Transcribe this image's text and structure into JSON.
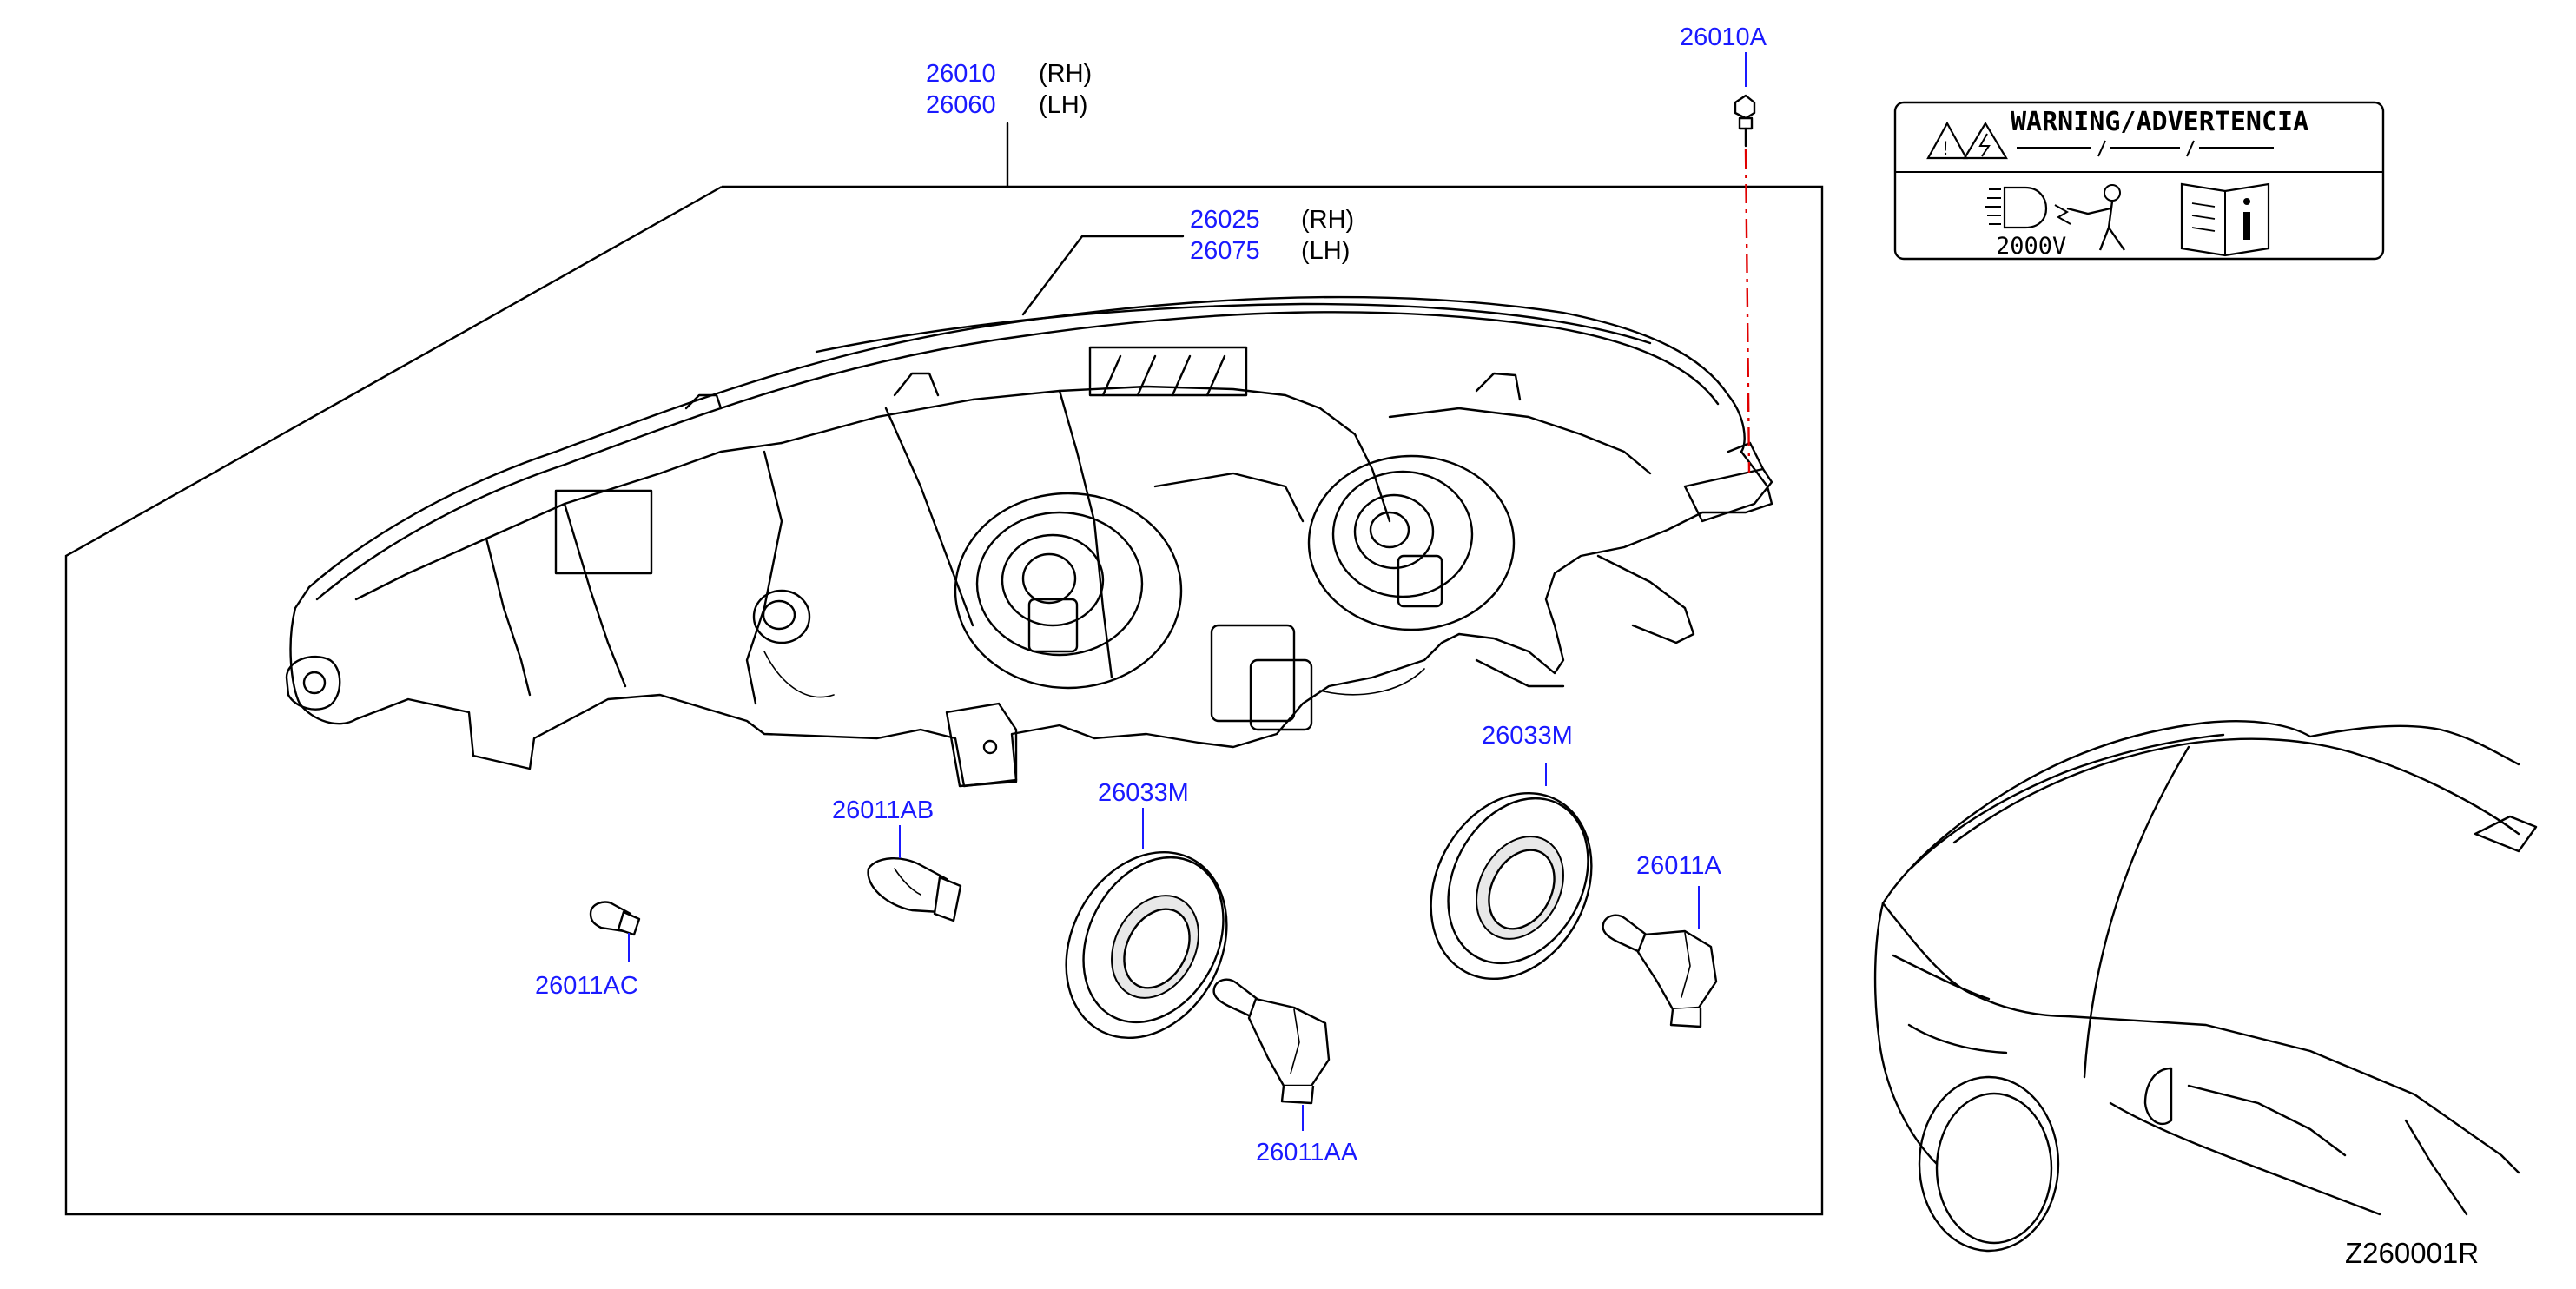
{
  "labels": {
    "housing_rh": {
      "part": "26010",
      "side": "(RH)"
    },
    "housing_lh": {
      "part": "26060",
      "side": "(LH)"
    },
    "bracket_rh": {
      "part": "26025",
      "side": "(RH)"
    },
    "bracket_lh": {
      "part": "26075",
      "side": "(LH)"
    },
    "screw": "26010A",
    "bulb_ab": "26011AB",
    "bulb_ac": "26011AC",
    "cap_left": "26033M",
    "cap_right": "26033M",
    "bulb_a": "26011A",
    "bulb_aa": "26011AA"
  },
  "warning_label": {
    "title": "WARNING/ADVERTENCIA",
    "voltage": "2000V"
  },
  "diagram_code": "Z260001R"
}
